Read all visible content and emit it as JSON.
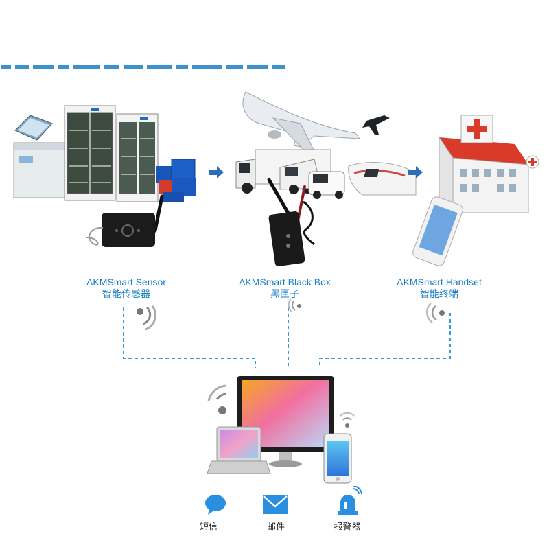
{
  "nodes": [
    {
      "title": "AKMSmart Sensor",
      "subtitle": "智能传感器"
    },
    {
      "title": "AKMSmart Black Box",
      "subtitle": "黑匣子"
    },
    {
      "title": "AKMSmart Handset",
      "subtitle": "智能终端"
    }
  ],
  "alerts": [
    {
      "label": "短信",
      "icon": "chat-bubble-icon"
    },
    {
      "label": "邮件",
      "icon": "envelope-icon"
    },
    {
      "label": "报警器",
      "icon": "alarm-siren-icon"
    }
  ],
  "colors": {
    "accent": "#1a7fc6",
    "arrow": "#2a6fb8",
    "dash": "#3a9ad9"
  }
}
